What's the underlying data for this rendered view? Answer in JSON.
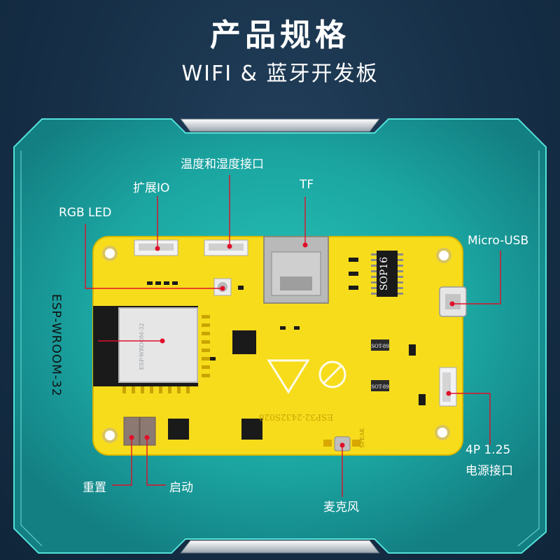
{
  "header": {
    "title": "产品规格",
    "subtitle": "WIFI & 蓝牙开发板"
  },
  "labels": {
    "temp_humidity": "温度和湿度接口",
    "expansion_io": "扩展IO",
    "tf": "TF",
    "rgb_led": "RGB LED",
    "micro_usb": "Micro-USB",
    "esp_module": "ESP-WROOM-32",
    "power_line1": "4P 1.25",
    "power_line2": "电源接口",
    "reset": "重置",
    "boot": "启动",
    "mic": "麦克风"
  },
  "board": {
    "chip_marking": "SOP16",
    "module_marking": "ESP-WROOM-32",
    "board_marking": "ESP32-2432S028",
    "small_chip_1": "SOT-89",
    "small_chip_2": "SOT-89",
    "speak_label": "SPEAK"
  },
  "colors": {
    "background": "#162f47",
    "panel": "#1aa3a0",
    "pcb": "#f7dc1c",
    "pointer": "#e0102a"
  }
}
